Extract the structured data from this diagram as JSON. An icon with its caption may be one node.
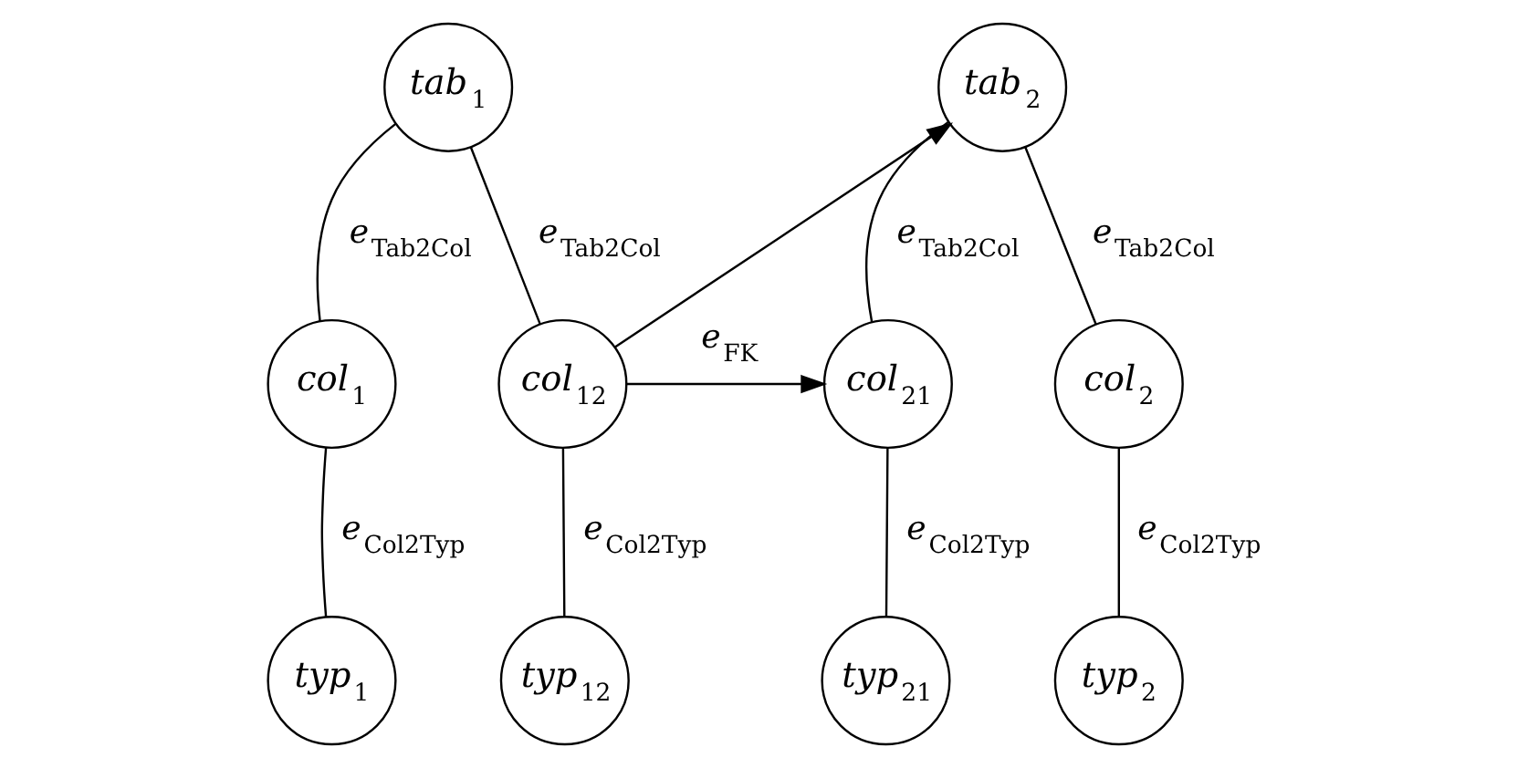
{
  "diagram": {
    "nodes": [
      {
        "text": [
          "tab$_{1}$"
        ]
      },
      {
        "text": [
          "col$_{1}$"
        ]
      },
      {
        "text": [
          "col$_{12}$"
        ]
      },
      {
        "text": [
          "typ$_{1}$"
        ]
      },
      {
        "text": [
          "typ$_{12}$"
        ]
      },
      {
        "text": [
          "tab$_{2}$"
        ]
      },
      {
        "text": [
          "col$_{21}$"
        ]
      },
      {
        "text": [
          "col$_{2}$"
        ]
      },
      {
        "text": [
          "typ$_{21}$"
        ]
      },
      {
        "text": [
          "typ$_{2}$"
        ]
      }
    ],
    "edges": [
      {
        "from": 0,
        "to": 1,
        "arrow": "none",
        "label": "e$_{Tab2Col}$"
      },
      {
        "from": 0,
        "to": 2,
        "arrow": "none",
        "label": "e$_{Tab2Col}$"
      },
      {
        "from": 1,
        "to": 3,
        "arrow": "none",
        "label": "e$_{Col2Typ}$"
      },
      {
        "from": 2,
        "to": 4,
        "arrow": "none",
        "label": "e$_{Col2Typ}$"
      },
      {
        "from": 2,
        "to": 5,
        "arrow": "to"
      },
      {
        "from": 2,
        "to": 6,
        "arrow": "to",
        "label": "e$_{FK}$"
      },
      {
        "from": 5,
        "to": 6,
        "arrow": "none",
        "label": "e$_{Tab2Col}$"
      },
      {
        "from": 5,
        "to": 7,
        "arrow": "none",
        "label": "e$_{Tab2Col}$"
      },
      {
        "from": 6,
        "to": 8,
        "arrow": "none",
        "label": "e$_{Col2Typ}$"
      },
      {
        "from": 7,
        "to": 9,
        "arrow": "none",
        "label": "e$_{Col2Typ}$"
      }
    ]
  }
}
